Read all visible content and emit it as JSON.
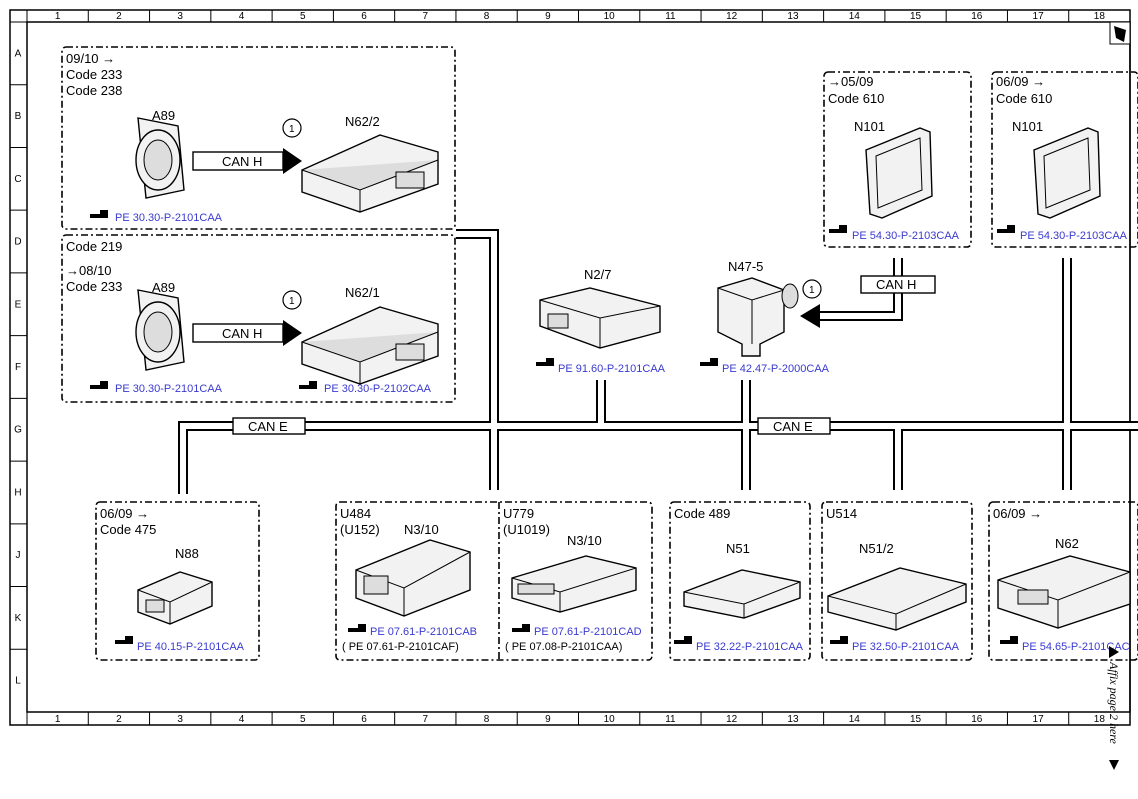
{
  "grid": {
    "cols": [
      "1",
      "2",
      "3",
      "4",
      "5",
      "6",
      "7",
      "8",
      "9",
      "10",
      "11",
      "12",
      "13",
      "14",
      "15",
      "16",
      "17",
      "18"
    ],
    "rows": [
      "A",
      "B",
      "C",
      "D",
      "E",
      "F",
      "G",
      "H",
      "J",
      "K",
      "L"
    ]
  },
  "groups": {
    "g1": {
      "lines": [
        "09/10 →",
        "Code 233",
        "Code 238"
      ],
      "comp_a": "A89",
      "comp_b": "N62/2",
      "can": "CAN H",
      "note": "1",
      "ref": "PE 30.30-P-2101CAA"
    },
    "g2": {
      "lines": [
        "Code 219",
        "→08/10",
        "Code 233"
      ],
      "comp_a": "A89",
      "comp_b": "N62/1",
      "can": "CAN H",
      "note": "1",
      "ref_a": "PE 30.30-P-2101CAA",
      "ref_b": "PE 30.30-P-2102CAA"
    },
    "n27": {
      "name": "N2/7",
      "ref": "PE 91.60-P-2101CAA"
    },
    "n475": {
      "name": "N47-5",
      "note": "1",
      "ref": "PE 42.47-P-2000CAA"
    },
    "n101a": {
      "lines": [
        "→05/09",
        "Code 610"
      ],
      "name": "N101",
      "ref": "PE 54.30-P-2103CAA"
    },
    "n101b": {
      "lines": [
        "06/09 →",
        "Code 610"
      ],
      "name": "N101",
      "ref": "PE 54.30-P-2103CAA"
    },
    "can_h_right": "CAN H",
    "can_e_left": "CAN E",
    "can_e_right": "CAN E",
    "n88": {
      "lines": [
        "06/09 →",
        "Code 475"
      ],
      "name": "N88",
      "ref": "PE 40.15-P-2101CAA"
    },
    "u484": {
      "lines": [
        "U484",
        "(U152)"
      ],
      "name": "N3/10",
      "ref": "PE 07.61-P-2101CAB",
      "ref2": "(   PE 07.61-P-2101CAF)"
    },
    "u779": {
      "lines": [
        "U779",
        "(U1019)"
      ],
      "name": "N3/10",
      "ref": "PE 07.61-P-2101CAD",
      "ref2": "(   PE 07.08-P-2101CAA)"
    },
    "n51": {
      "lines": [
        "Code 489"
      ],
      "name": "N51",
      "ref": "PE 32.22-P-2101CAA"
    },
    "n512": {
      "lines": [
        "U514"
      ],
      "name": "N51/2",
      "ref": "PE 32.50-P-2101CAA"
    },
    "n62": {
      "lines": [
        "06/09 →"
      ],
      "name": "N62",
      "ref": "PE 54.65-P-2101CAC"
    }
  },
  "side_note": "Affix page 2 here"
}
